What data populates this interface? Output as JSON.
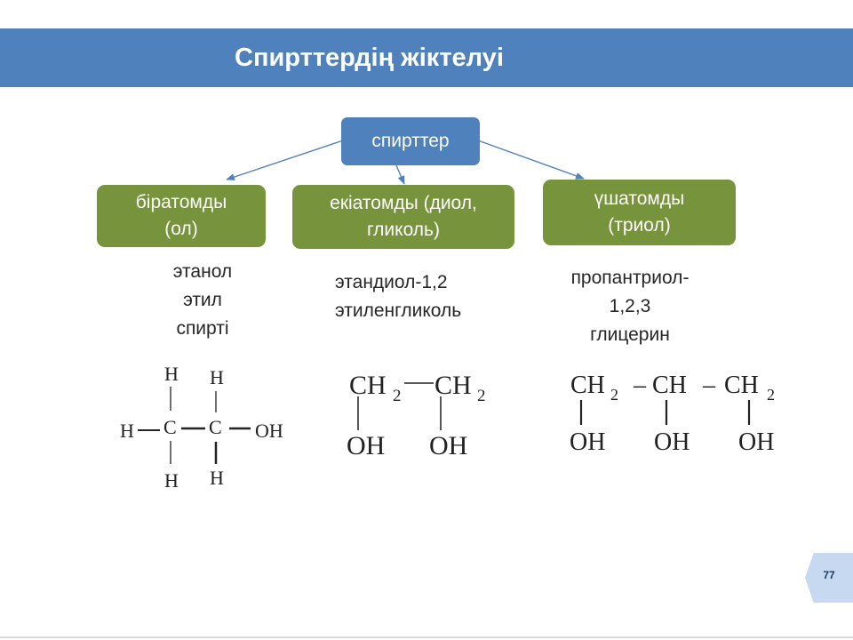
{
  "title": "Спирттердің жіктелуі",
  "root": "спирттер",
  "categories": [
    {
      "lines": [
        "біратомды",
        "(ол)"
      ],
      "names": [
        "этанол",
        "этил",
        "спирті"
      ]
    },
    {
      "lines": [
        "екіатомды (диол,",
        "гликоль)"
      ],
      "names": [
        "этандиол-1,2",
        "этиленгликоль"
      ]
    },
    {
      "lines": [
        "үшатомды",
        "(триол)"
      ],
      "names": [
        "пропантриол-",
        "1,2,3",
        "глицерин"
      ]
    }
  ],
  "formulas": {
    "ethanol": {
      "h": "H",
      "c": "C",
      "oh": "OH"
    },
    "ethylene_glycol": {
      "ch": "CH",
      "sub": "2",
      "oh": "OH"
    },
    "glycerol": {
      "ch2": "CH",
      "ch": "– CH",
      "dash": "–",
      "sub": "2",
      "oh": "OH"
    }
  },
  "page_number": "77",
  "colors": {
    "title_band": "#4f81bd",
    "root_box": "#4f81bd",
    "category_box": "#77933c",
    "arrow": "#4f81bd"
  }
}
